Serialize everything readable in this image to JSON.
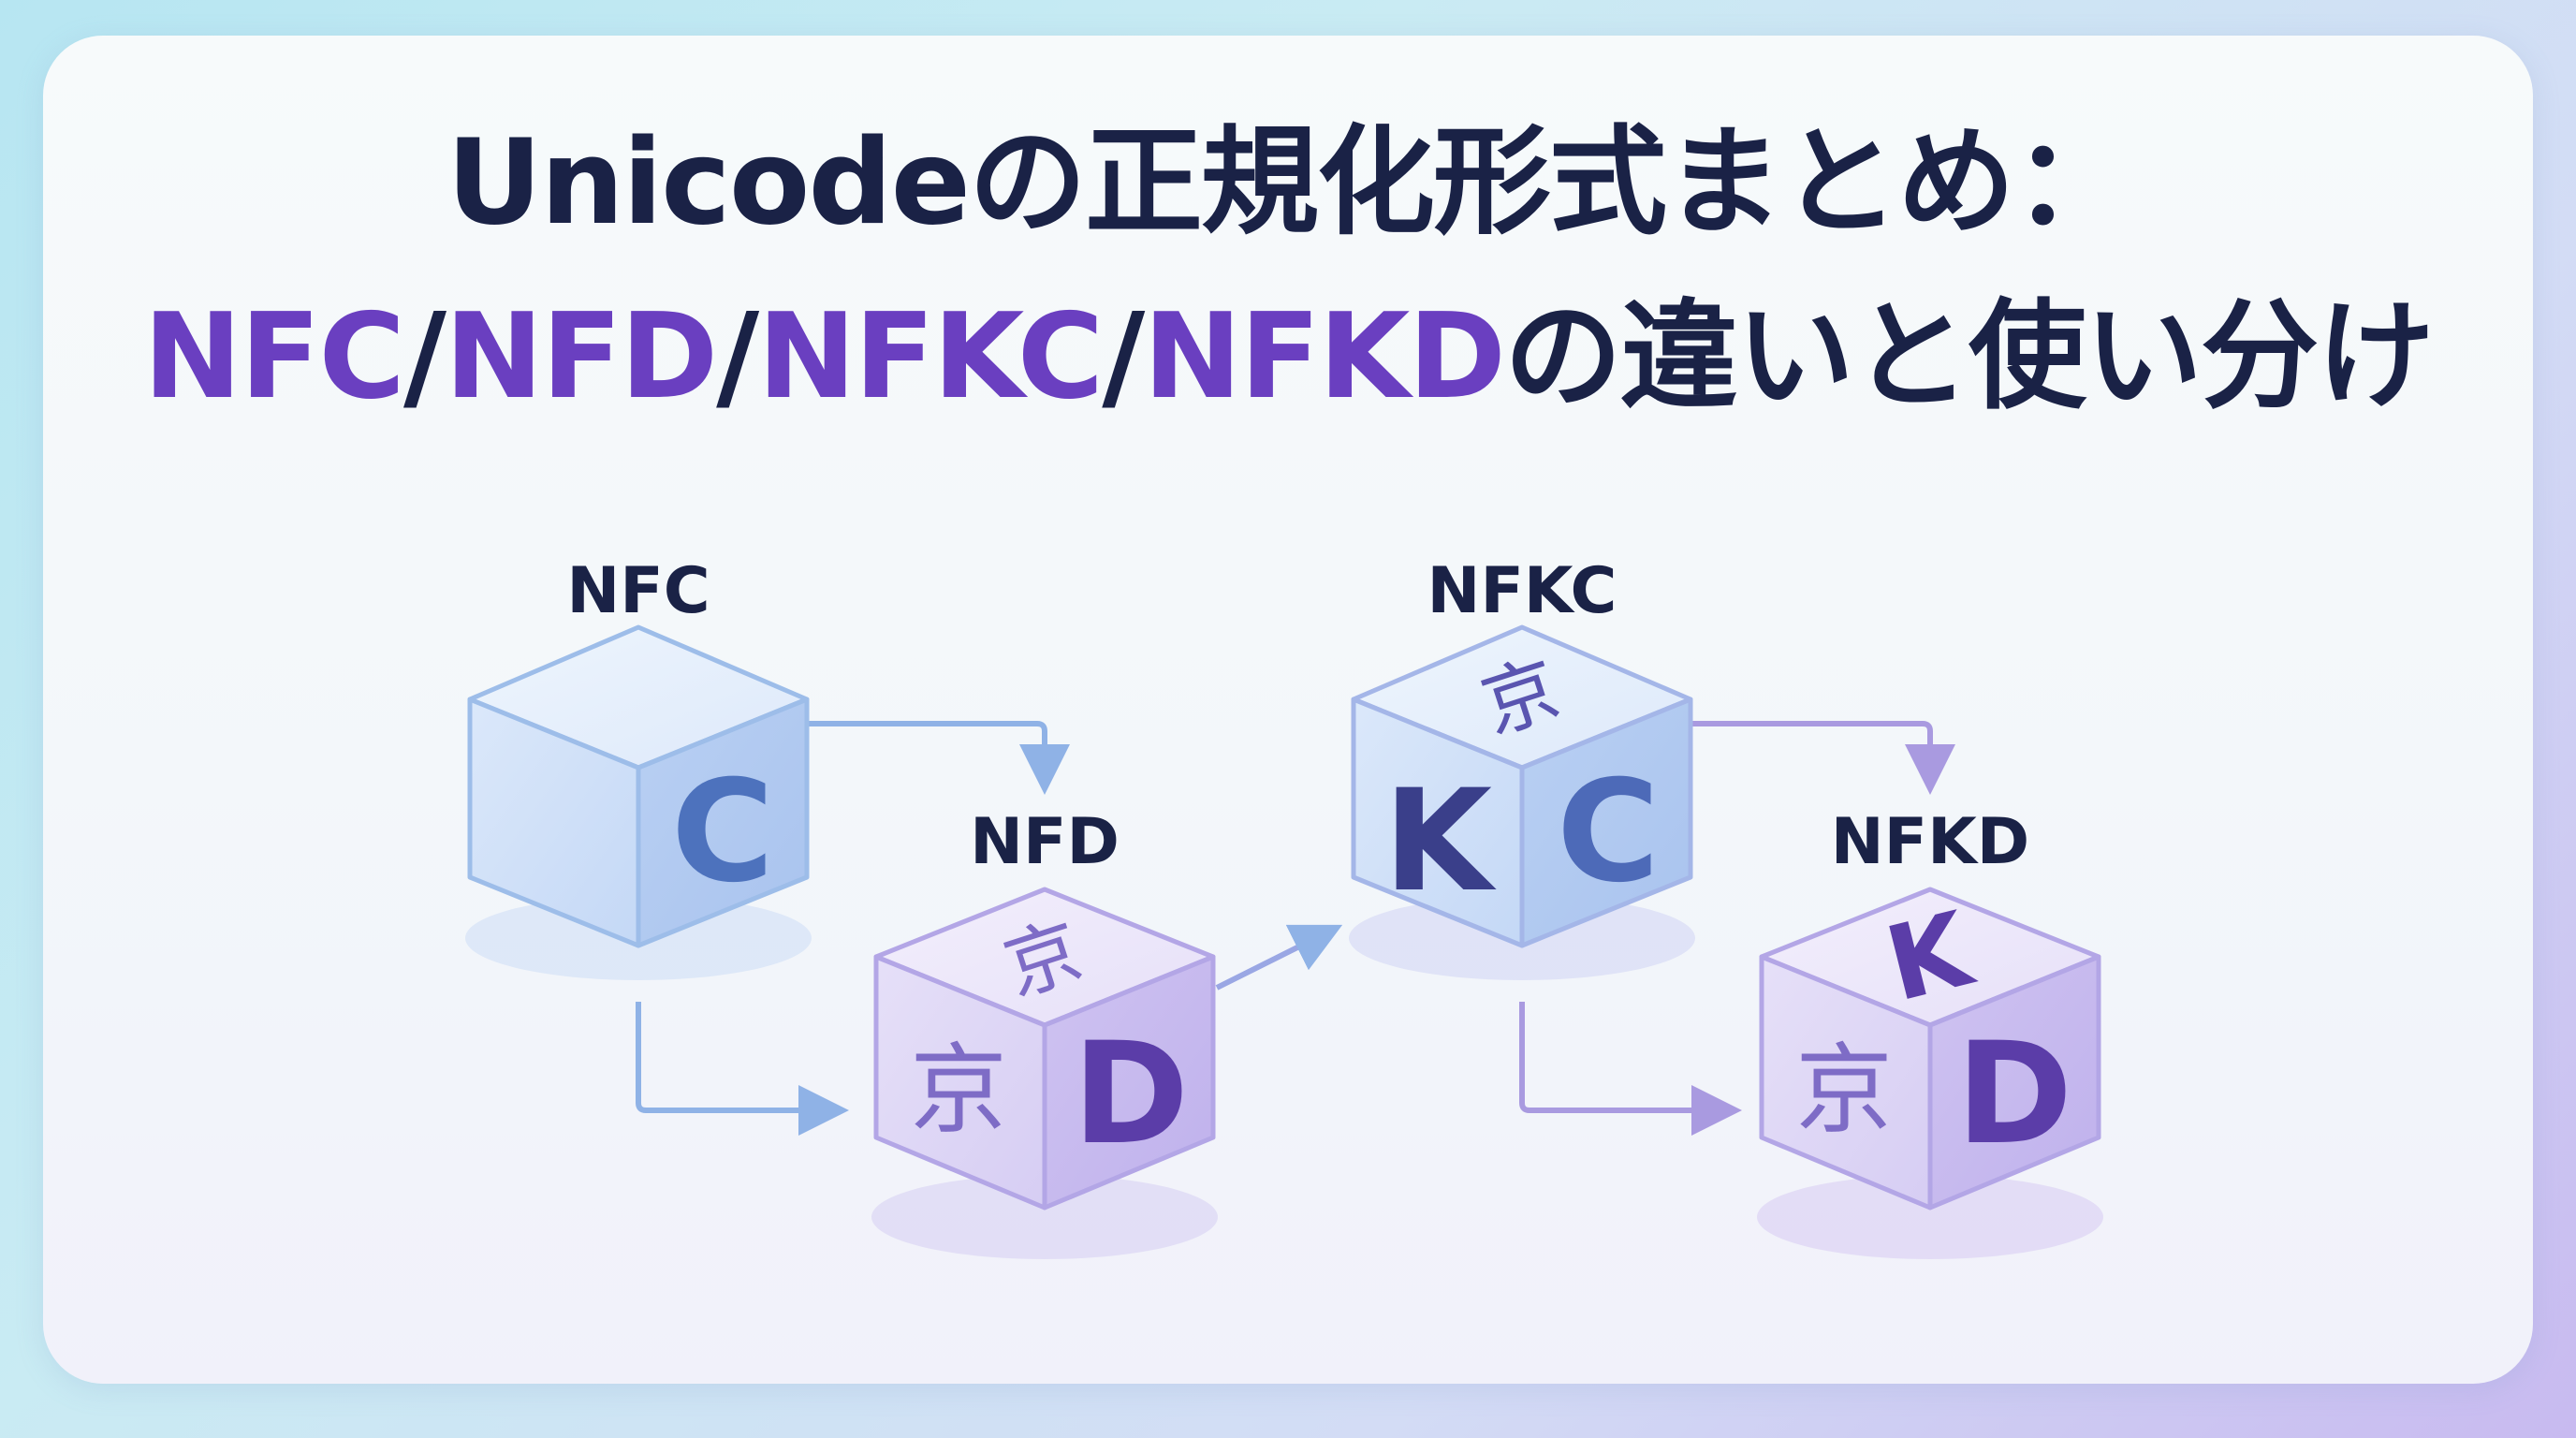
{
  "title": {
    "line1": "Unicodeの正規化形式まとめ：",
    "line2_forms": [
      "NFC",
      "NFD",
      "NFKC",
      "NFKD"
    ],
    "line2_separator": "/",
    "line2_suffix": "の違いと使い分け"
  },
  "colors": {
    "accent": "#6a3fc0",
    "title_text": "#1a2246",
    "cube_blue": "#cfe0f8",
    "cube_violet": "#dcd4f4",
    "arrow_blue": "#8fb2e6",
    "arrow_violet": "#a99ae0"
  },
  "cubes": [
    {
      "label": "NFC",
      "front_glyph": "C",
      "right_glyph": "",
      "top_glyph": ""
    },
    {
      "label": "NFD",
      "front_glyph": "京",
      "right_glyph": "D",
      "top_glyph": "京"
    },
    {
      "label": "NFKC",
      "front_glyph": "K",
      "right_glyph": "C",
      "top_glyph": "京"
    },
    {
      "label": "NFKD",
      "front_glyph": "京",
      "right_glyph": "D",
      "top_glyph": "K"
    }
  ]
}
